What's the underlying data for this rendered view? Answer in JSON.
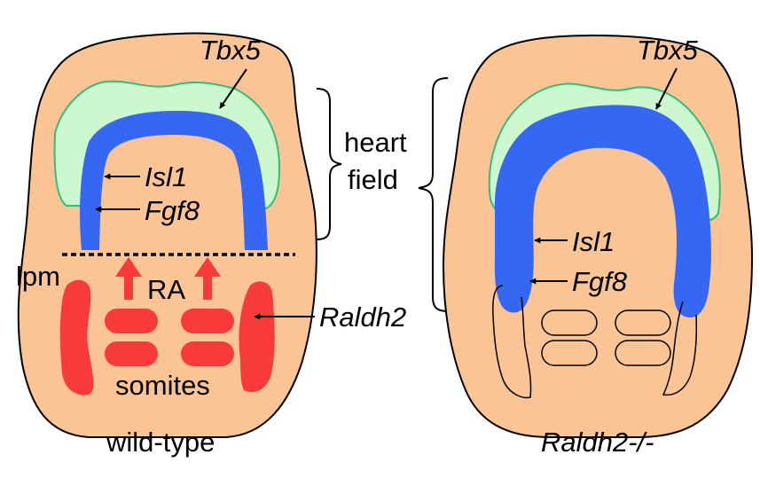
{
  "panels": {
    "left": {
      "caption": "wild-type",
      "gene_top": "Tbx5",
      "gene_a": "Isl1",
      "gene_b": "Fgf8",
      "lpm": "lpm",
      "ra": "RA",
      "raldh": "Raldh2",
      "somites": "somites"
    },
    "right": {
      "caption": "Raldh2-/-",
      "gene_top": "Tbx5",
      "gene_a": "Isl1",
      "gene_b": "Fgf8"
    }
  },
  "bracket_label": {
    "line1": "heart",
    "line2": "field"
  },
  "colors": {
    "embryo": "#FBC495",
    "tbx5": "#CCF7CF",
    "tbx5_edge": "#2FBE7E",
    "isl1_fgf8": "#3567F2",
    "raldh2_ra": "#F73A3A"
  }
}
